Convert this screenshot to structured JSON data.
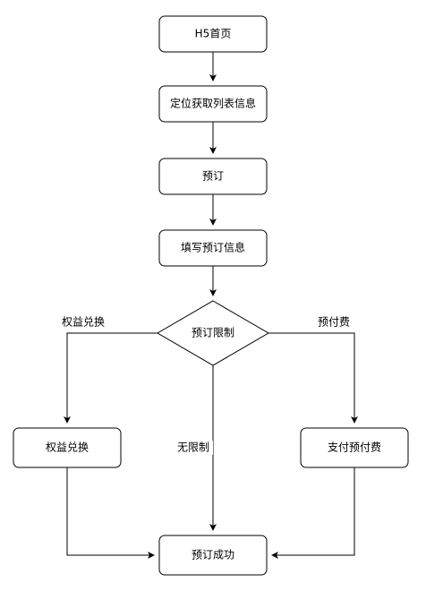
{
  "diagram": {
    "nodes": {
      "h5_home": "H5首页",
      "locate_fetch_list": "定位获取列表信息",
      "reserve": "预订",
      "fill_reservation_info": "填写预订信息",
      "reservation_limit": "预订限制",
      "benefit_exchange": "权益兑换",
      "pay_deposit": "支付预付费",
      "reservation_success": "预订成功"
    },
    "edge_labels": {
      "left_branch": "权益兑换",
      "right_branch": "预付费",
      "middle_branch": "无限制"
    }
  }
}
